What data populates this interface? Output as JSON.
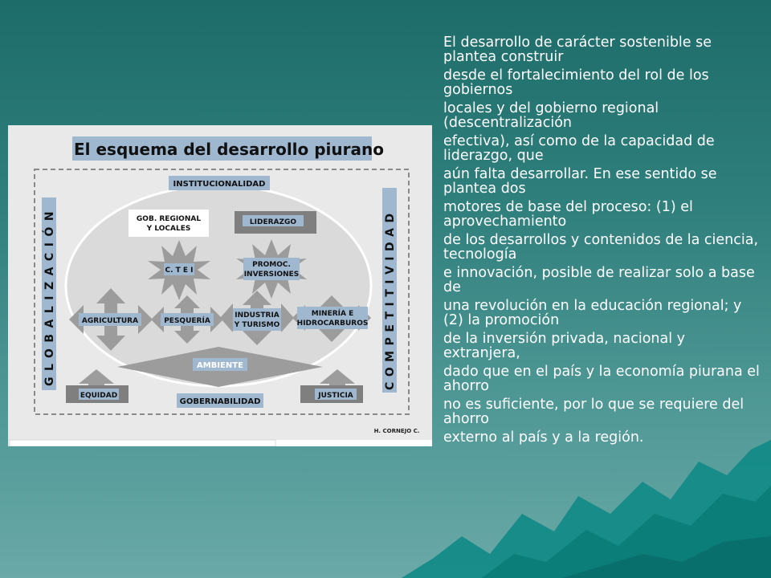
{
  "slide_text": {
    "lines": [
      "El desarrollo de carácter sostenible se plantea construir",
      "desde el fortalecimiento del rol de los gobiernos",
      "locales y del gobierno regional (descentralización",
      "efectiva), así como de la capacidad de liderazgo, que",
      "aún falta desarrollar. En ese sentido se plantea dos",
      "motores de base del proceso: (1) el aprovechamiento",
      "de los desarrollos y contenidos de la ciencia, tecnología",
      "e innovación, posible de realizar solo a base de",
      "una revolución en la educación regional; y (2) la promoción",
      "de la inversión privada, nacional y extranjera,",
      "dado que en el país y la economía piurana el ahorro",
      "no es suficiente, por lo que se requiere del ahorro",
      "externo al país y a la región."
    ]
  },
  "diagram": {
    "title": "El esquema del desarrollo piurano",
    "side_left": "GLOBALIZACIÓN",
    "side_right": "COMPETITIVIDAD",
    "labels": {
      "institucionalidad": "INSTITUCIONALIDAD",
      "gob_regional_1": "GOB. REGIONAL",
      "gob_regional_2": "Y LOCALES",
      "liderazgo": "LIDERAZGO",
      "ctei": "C. T E I",
      "promoc_1": "PROMOC.",
      "promoc_2": "INVERSIONES",
      "agricultura": "AGRICULTURA",
      "pesqueria": "PESQUERÍA",
      "industria_1": "INDUSTRIA",
      "industria_2": "Y TURISMO",
      "mineria_1": "MINERÍA E",
      "mineria_2": "HIDROCARBUROS",
      "ambiente": "AMBIENTE",
      "equidad": "EQUIDAD",
      "gobernabilidad": "GOBERNABILIDAD",
      "justicia": "JUSTICIA",
      "author": "H. CORNEJO C."
    }
  },
  "colors": {
    "label_box": "#9fb8d0",
    "shape_gray": "#9c9c9c",
    "text_white": "#ffffff"
  }
}
